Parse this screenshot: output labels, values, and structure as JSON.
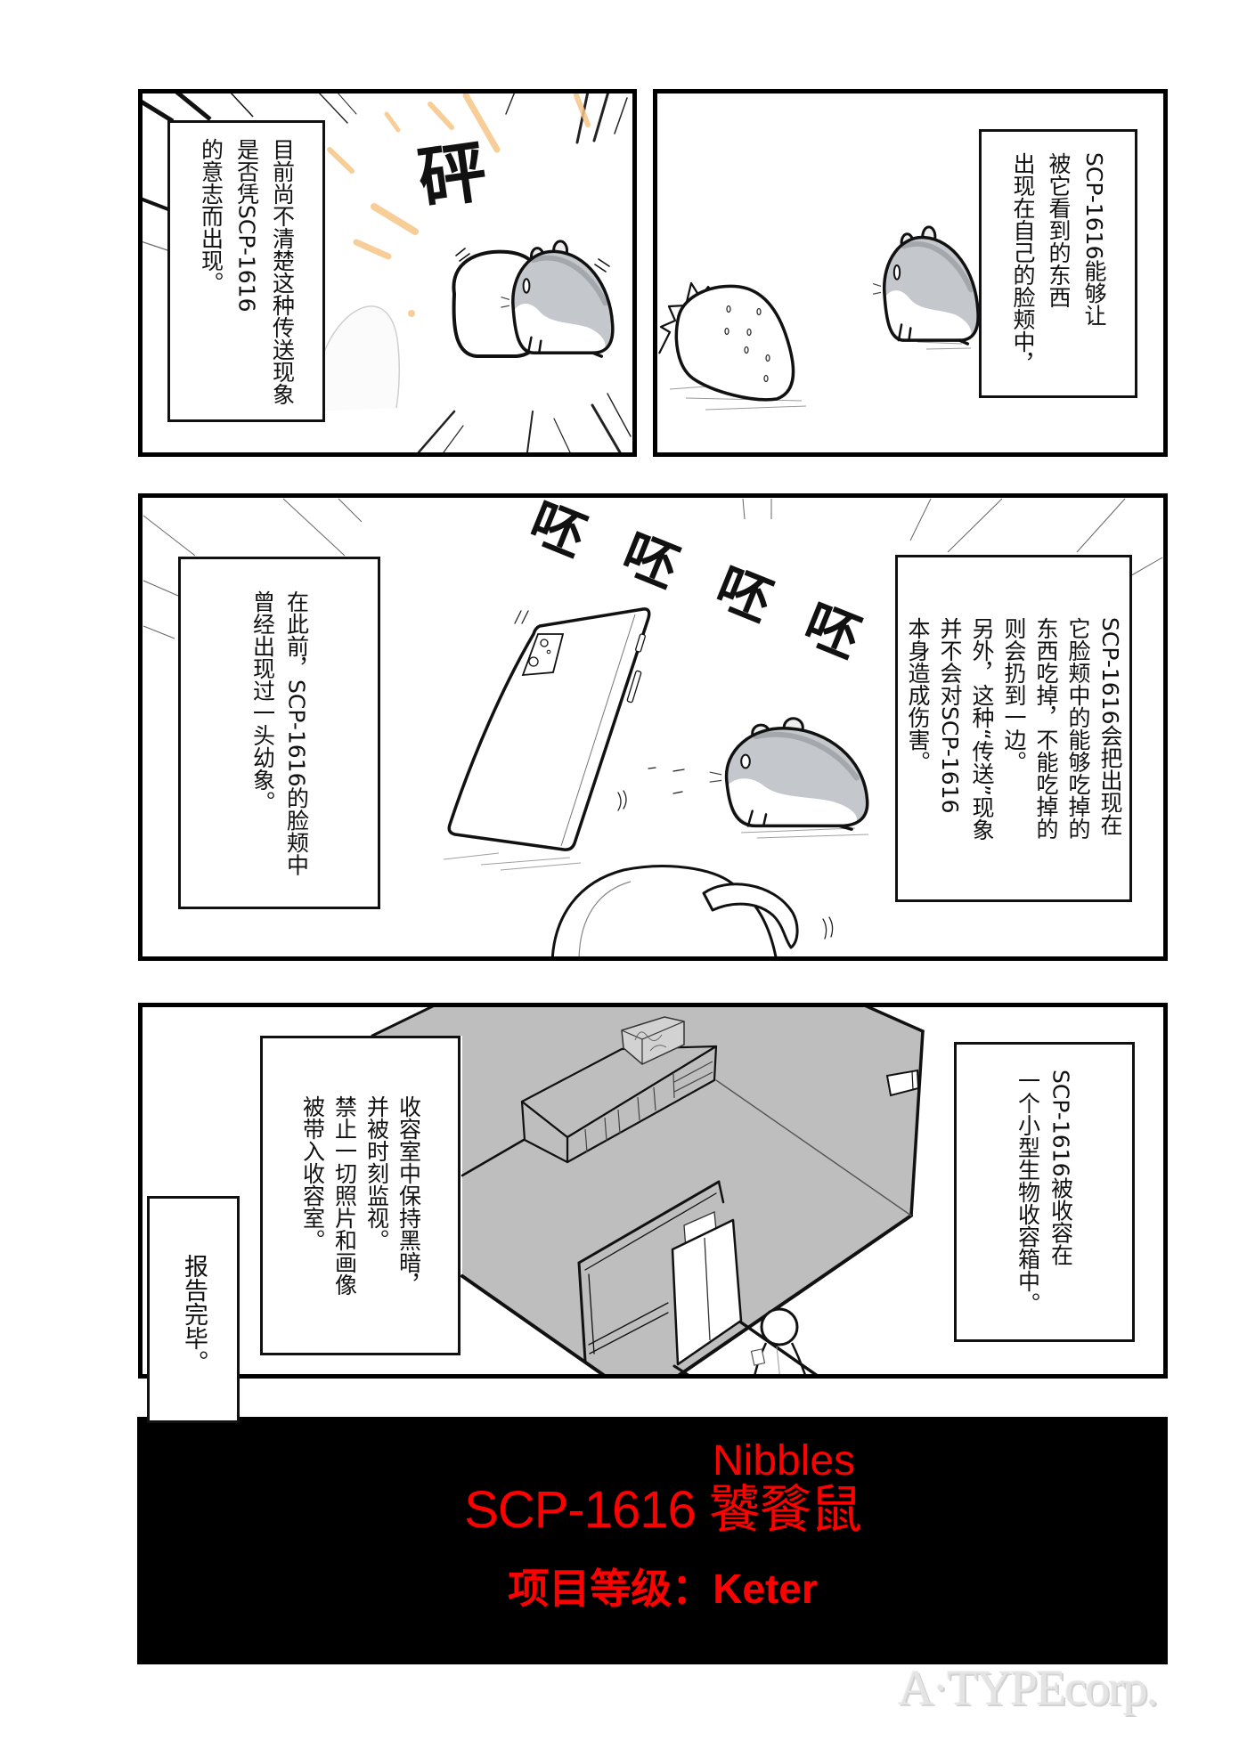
{
  "page": {
    "background": "#ffffff",
    "panel_border": "#000000"
  },
  "panels": [
    {
      "name": "panel-1",
      "captions": [
        {
          "lines": [
            "目前尚不清楚这种传送现象",
            "是否凭SCP-1616",
            "的意志而出现。"
          ]
        }
      ],
      "sfx": [
        {
          "text": "砰"
        }
      ],
      "illustrations": [
        "hamster",
        "boulder",
        "impact-streaks",
        "speed-lines"
      ]
    },
    {
      "name": "panel-2",
      "captions": [
        {
          "lines": [
            "SCP-1616能够让",
            "被它看到的东西",
            "出现在自己的脸颊中，"
          ]
        }
      ],
      "illustrations": [
        "strawberry",
        "hamster"
      ]
    },
    {
      "name": "panel-3",
      "captions": [
        {
          "lines": [
            "在此前，SCP-1616的脸颊中",
            "曾经出现过一头幼象。"
          ]
        },
        {
          "lines": [
            "SCP-1616会把出现在",
            "它脸颊中的能够吃掉的",
            "东西吃掉，不能吃掉的",
            "则会扔到一边。",
            "另外，这种“传送”现象",
            "并不会对SCP-1616",
            "本身造成伤害。"
          ]
        }
      ],
      "sfx": [
        {
          "text": "呸"
        },
        {
          "text": "呸"
        },
        {
          "text": "呸"
        },
        {
          "text": "呸"
        }
      ],
      "illustrations": [
        "smartphone",
        "hamster",
        "mug"
      ]
    },
    {
      "name": "panel-4",
      "captions": [
        {
          "lines": [
            "收容室中保持黑暗，",
            "并被时刻监视。",
            "禁止一切照片和画像",
            "被带入收容室。"
          ]
        },
        {
          "lines": [
            "SCP-1616被收容在",
            "一个小型生物收容箱中。"
          ]
        }
      ],
      "illustrations": [
        "containment-room",
        "cabinet",
        "containment-box",
        "security-camera",
        "door",
        "researcher"
      ]
    }
  ],
  "closing_caption": {
    "text": "报告完毕。"
  },
  "title_banner": {
    "name_en": "Nibbles",
    "title": "SCP-1616 饕餮鼠",
    "object_class": "项目等级：Keter",
    "text_color": "#ff0000",
    "background": "#000000"
  },
  "watermark": {
    "text": "A·TYPEcorp."
  },
  "colors": {
    "hamster_fur": "#c4c7cb",
    "room_fill": "#bebebe",
    "impact_streak": "#f6c587",
    "caption_border": "#111111"
  }
}
